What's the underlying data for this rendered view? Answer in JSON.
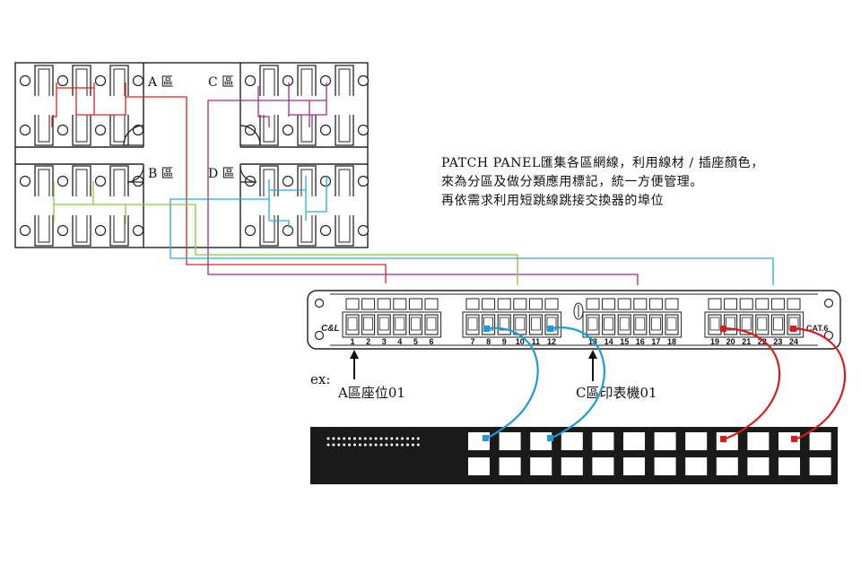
{
  "zones": {
    "A": "A 區",
    "B": "B 區",
    "C": "C 區",
    "D": "D 區"
  },
  "description": [
    "PATCH PANEL匯集各區網線，利用線材 / 插座顏色，",
    "來為分區及做分類應用標記，統一方便管理。",
    "再依需求利用短跳線跳接交換器的埠位"
  ],
  "panel": {
    "brand": "C&L",
    "category": "CAT.6",
    "port_numbers": [
      "1",
      "2",
      "3",
      "4",
      "5",
      "6",
      "7",
      "8",
      "9",
      "10",
      "11",
      "12",
      "13",
      "14",
      "15",
      "16",
      "17",
      "18",
      "19",
      "20",
      "21",
      "22",
      "23",
      "24"
    ]
  },
  "annotations": {
    "ex_label": "ex:",
    "zone_a_seat": "A區座位01",
    "zone_c_printer": "C區印表機01"
  },
  "colors": {
    "zone_a": "#e02020",
    "zone_b": "#8cc63e",
    "zone_c": "#a0288c",
    "zone_d": "#33a8dc",
    "patch_blue": "#1e9ad6",
    "patch_red": "#d61e1e",
    "switch_body": "#1a1a1a"
  },
  "icons": [
    "door-arc-icon",
    "patch-panel-logo-icon",
    "arrow-up-icon"
  ]
}
